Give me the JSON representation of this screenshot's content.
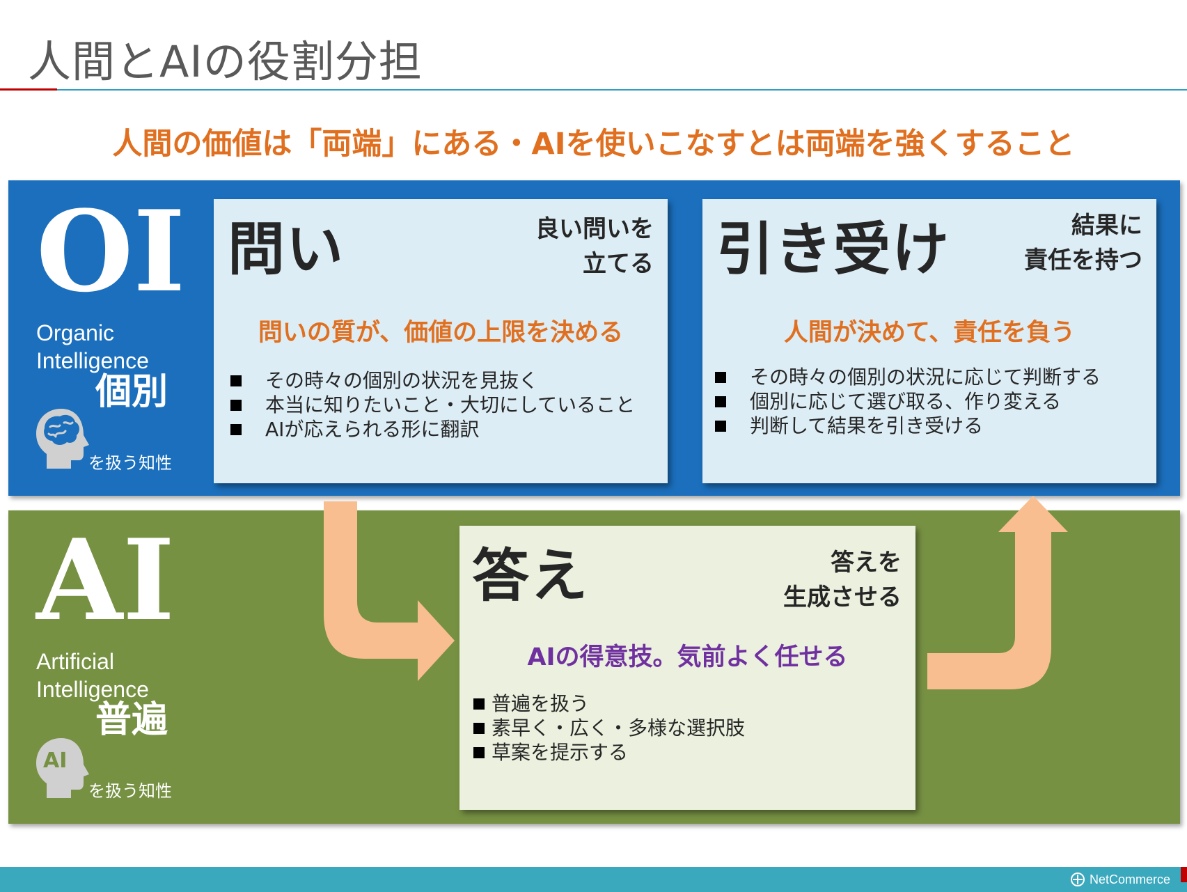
{
  "page": {
    "title": "人間とAIの役割分担",
    "headline": "人間の価値は「両端」にある・AIを使いこなすとは両端を強くすること"
  },
  "oi": {
    "letters": "OI",
    "english_line1": "Organic",
    "english_line2": "Intelligence",
    "kind": "個別",
    "kind_sub": "を扱う知性",
    "icon": "brain-head-icon"
  },
  "ai": {
    "letters": "AI",
    "english_line1": "Artificial",
    "english_line2": "Intelligence",
    "kind": "普遍",
    "kind_sub": "を扱う知性",
    "icon": "ai-head-icon",
    "icon_label": "AI"
  },
  "cards": {
    "question": {
      "title": "問い",
      "side_line1": "良い問いを",
      "side_line2": "立てる",
      "tagline": "問いの質が、価値の上限を決める",
      "items": [
        "その時々の個別の状況を見抜く",
        "本当に知りたいこと・大切にしていること",
        "AIが応えられる形に翻訳"
      ]
    },
    "answer": {
      "title": "答え",
      "side_line1": "答えを",
      "side_line2": "生成させる",
      "tagline": "AIの得意技。気前よく任せる",
      "items": [
        "普遍を扱う",
        "素早く・広く・多様な選択肢",
        "草案を提示する"
      ]
    },
    "accept": {
      "title": "引き受け",
      "side_line1": "結果に",
      "side_line2": "責任を持つ",
      "tagline": "人間が決めて、責任を負う",
      "items": [
        "その時々の個別の状況に応じて判断する",
        "個別に応じて選び取る、作り変える",
        "判断して結果を引き受ける"
      ]
    }
  },
  "colors": {
    "oi_band": "#1b6fbd",
    "ai_band": "#779143",
    "headline": "#e07020",
    "answer_tag": "#7030a0",
    "arrow": "#f9be8f",
    "footer": "#3aa8bd"
  },
  "footer": {
    "logo_text": "NetCommerce",
    "logo_icon": "netcommerce-logo-icon"
  }
}
